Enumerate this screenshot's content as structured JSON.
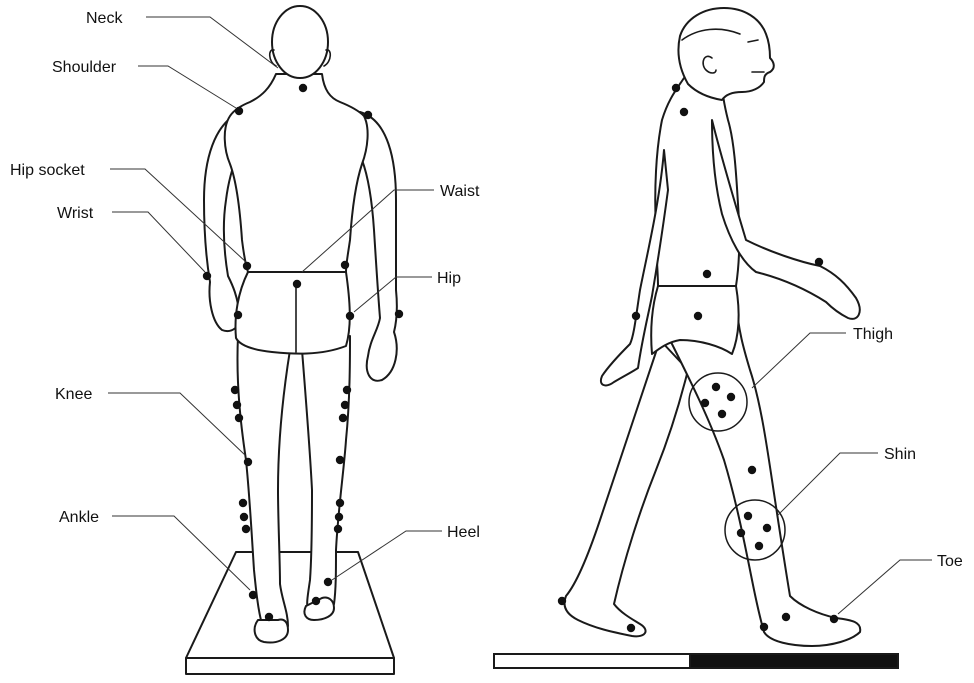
{
  "labels": {
    "neck": "Neck",
    "shoulder": "Shoulder",
    "hip_socket": "Hip socket",
    "wrist": "Wrist",
    "waist": "Waist",
    "hip": "Hip",
    "knee": "Knee",
    "ankle": "Ankle",
    "heel": "Heel",
    "thigh": "Thigh",
    "shin": "Shin",
    "toe": "Toe"
  },
  "colors": {
    "line": "#1a1a1a",
    "marker": "#111111",
    "background": "#ffffff",
    "walkway_dark": "#111111"
  }
}
